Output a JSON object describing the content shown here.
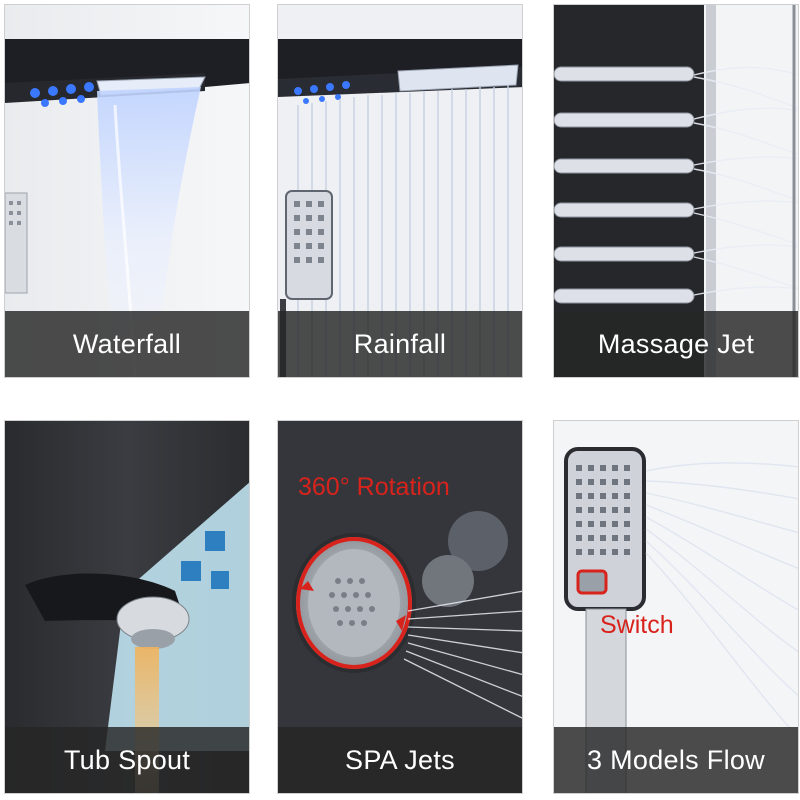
{
  "tiles": [
    {
      "id": "waterfall",
      "caption": "Waterfall"
    },
    {
      "id": "rainfall",
      "caption": "Rainfall"
    },
    {
      "id": "massage-jet",
      "caption": "Massage Jet"
    },
    {
      "id": "tub-spout",
      "caption": "Tub Spout"
    },
    {
      "id": "spa-jets",
      "caption": "SPA Jets",
      "callout": "360° Rotation"
    },
    {
      "id": "three-models-flow",
      "caption": "3 Models Flow",
      "callout": "Switch"
    }
  ],
  "colors": {
    "caption_bg": "#262626",
    "callout_red": "#d8231c",
    "panel_black": "#1c1c1e",
    "led_blue": "#3a78ff",
    "chrome": "#c8ccd2"
  }
}
